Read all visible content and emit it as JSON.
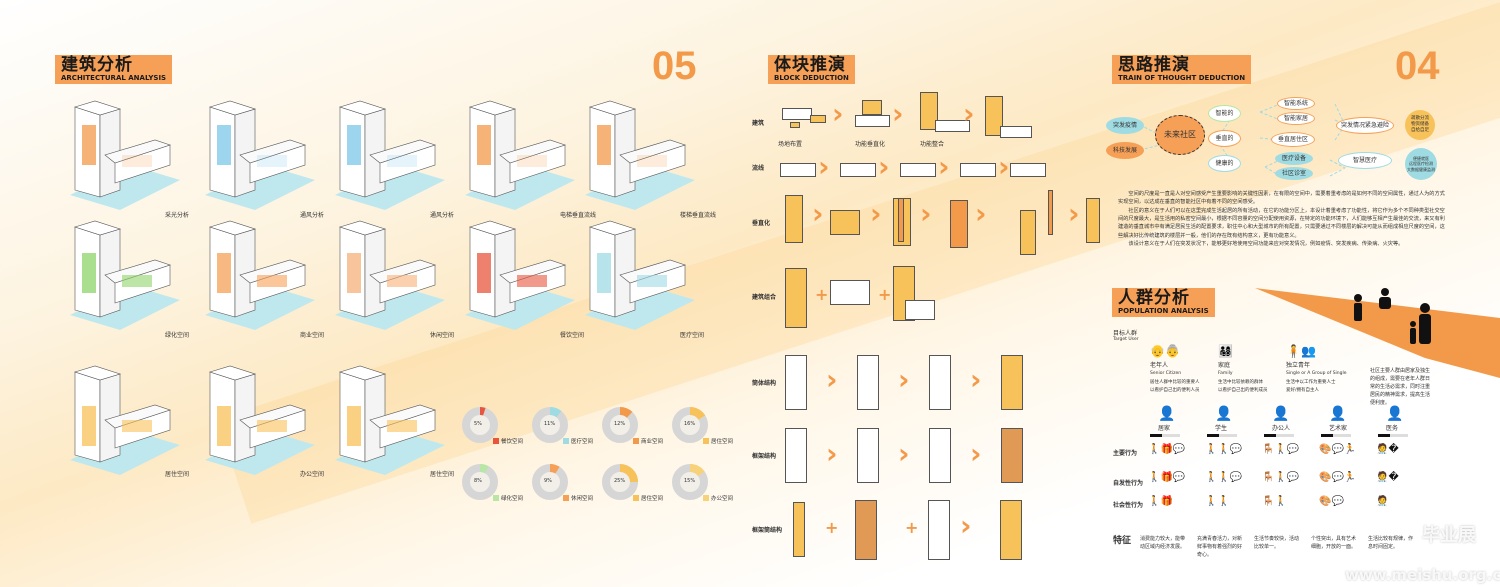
{
  "colors": {
    "accent": "#f39a4a",
    "orange": "#f6a057",
    "yellow": "#f8c25a",
    "cyan": "#9fdbe3",
    "red": "#e8553e",
    "green": "#b7e6a6",
    "grey": "#d9d9d9"
  },
  "architectural": {
    "title_zh": "建筑分析",
    "title_en": "ARCHITECTURAL ANALYSIS",
    "number": "05",
    "figures": [
      {
        "caption": "采光分析",
        "tint": "#f39a4a"
      },
      {
        "caption": "通风分析",
        "tint": "#7cc6e8"
      },
      {
        "caption": "通风分析",
        "tint": "#7cc6e8"
      },
      {
        "caption": "电梯垂直流线",
        "tint": "#f39a4a"
      },
      {
        "caption": "楼梯垂直流线",
        "tint": "#f39a4a"
      },
      {
        "caption": "绿化空间",
        "tint": "#8fd46b"
      },
      {
        "caption": "商业空间",
        "tint": "#f6a057"
      },
      {
        "caption": "休闲空间",
        "tint": "#f6b07a"
      },
      {
        "caption": "餐饮空间",
        "tint": "#e8553e"
      },
      {
        "caption": "医疗空间",
        "tint": "#9fdbe3"
      },
      {
        "caption": "居住空间",
        "tint": "#f8c25a"
      },
      {
        "caption": "办公空间",
        "tint": "#f8c25a"
      },
      {
        "caption": "居住空间",
        "tint": "#f8c25a"
      }
    ],
    "donuts": [
      {
        "label": "餐饮空间",
        "value": 5,
        "text": "5%",
        "color": "#e8553e"
      },
      {
        "label": "医疗空间",
        "value": 11,
        "text": "11%",
        "color": "#9fdbe3"
      },
      {
        "label": "商业空间",
        "value": 12,
        "text": "12%",
        "color": "#f39a4a"
      },
      {
        "label": "居住空间",
        "value": 16,
        "text": "16%",
        "color": "#f8c25a"
      },
      {
        "label": "绿化空间",
        "value": 8,
        "text": "8%",
        "color": "#b7e6a6"
      },
      {
        "label": "休闲空间",
        "value": 9,
        "text": "9%",
        "color": "#f6a057"
      },
      {
        "label": "居住空间",
        "value": 25,
        "text": "25%",
        "color": "#f8c25a"
      },
      {
        "label": "办公空间",
        "value": 15,
        "text": "15%",
        "color": "#f8d27a"
      }
    ]
  },
  "block": {
    "title_zh": "体块推演",
    "title_en": "BLOCK DEDUCTION",
    "rows": [
      "建筑",
      "流线",
      "垂直化",
      "建筑组合",
      "筒体结构",
      "框架结构",
      "框架筒结构"
    ],
    "captions": [
      "场地布置",
      "功能垂直化",
      "功能整合"
    ]
  },
  "thought": {
    "title_zh": "思路推演",
    "title_en": "TRAIN OF THOUGHT DEDUCTION",
    "number": "04",
    "nodes": {
      "epidemic": "突发疫情",
      "tech": "科技发展",
      "center": "未来社区",
      "smart": "智能的",
      "vertical": "垂直的",
      "healthy": "健康的",
      "smart_sys": "智能系统",
      "smart_home": "智能家居",
      "vertical_res": "垂直居住区",
      "medical_eq": "医疗设备",
      "clinic": "社区诊室",
      "emergency": "突发情况紧急避险",
      "smart_med": "智慧医疗",
      "yellow_list": "疏散分流\n物资储备\n自给自足",
      "cyan_list": "便捷就医\n远程医疗检测\n大数据健康监测"
    },
    "paragraphs": [
      "空间的尺度是一直是人对空间感受产生重要影响的关键性因素，在有限的空间中，需要着重考虑的是如何不同的空间属性，通过人为的方式实现空间，以达成在垂直的智能社区中有着不同的空间感受。",
      "社区的意义在于人们可以在这里完成生活起居的所有活动，在它的功能分区上，本设计着重考虑了功能性，将它作为多个不同种类型社交空间的尺度最大，是生活用的私密空间最小，根据不同容量的空间分配使用资源，在特定的功能环境下，人们能够互相产生最佳的交流，来又有利建造的垂直城市中有满足居民生活的配置要求，职住中心和大型城市的所有配置，只需要通过不同楼层的解决可能从而组成相应尺度的空间，这些解决好比传统建筑的楼层并一般，他们的存在既有结构意义，更有功能意义。",
      "该设计意义在于人们在突发状况下，能够更好地使用空间功能来应对突发情况，例如疫情、突发疾病、传染病、火灾等。"
    ]
  },
  "population": {
    "title_zh": "人群分析",
    "title_en": "POPULATION ANALYSIS",
    "target_zh": "目标人群",
    "target_en": "Target User",
    "groups": [
      {
        "zh": "老年人",
        "en": "Senior Citizen",
        "points": [
          "居住人群中比较的重要人",
          "以看护自己出的便利人员"
        ]
      },
      {
        "zh": "家庭",
        "en": "Family",
        "points": [
          "生活中比较依赖的群体",
          "以看护自己出的便利成员"
        ]
      },
      {
        "zh": "独立青年",
        "en": "Single or A Group of Single",
        "points": [
          "生活中以工作为重要人士",
          "爱好/拥有自主人"
        ]
      }
    ],
    "summary": "社区主要人群由居家及独生的组成，需要在老年人群日常的生活必需求，同时注重居民的精神需求，提高生活便利度。",
    "occupations": [
      "居家",
      "学生",
      "办公人",
      "艺术家",
      "医务"
    ],
    "behavior_rows": [
      "主要行为",
      "自发性行为",
      "社会性行为"
    ],
    "feature_label": "特征",
    "features": [
      "消费能力较大，能带动区域内经济发展。",
      "充满青春活力，对新鲜事物有着强烈的好奇心。",
      "生活节奏较快，活动比较单一。",
      "个性突出，具有艺术细胞，开放的一面。",
      "生活比较有规律，作息时间固定。"
    ]
  },
  "watermark": {
    "line1": "毕业展",
    "line2": "www.meishu.org.cn"
  }
}
